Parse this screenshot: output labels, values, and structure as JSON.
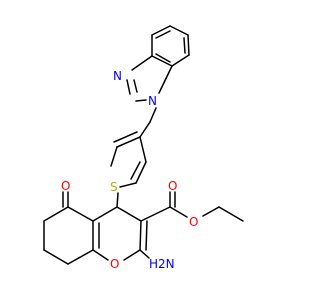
{
  "colors": {
    "background": "#ffffff",
    "bond": "#000000",
    "nitrogen": "#0000ff",
    "oxygen": "#ff0000",
    "sulfur": "#b3b300"
  },
  "atoms": {
    "n_imidazole_left": "N",
    "n_imidazole_right": "N",
    "s_thiophene": "S",
    "o_ketone": "O",
    "o_pyran": "O",
    "o_ester_carbonyl": "O",
    "o_ester_ether": "O",
    "h2n_amine": "H2N"
  }
}
